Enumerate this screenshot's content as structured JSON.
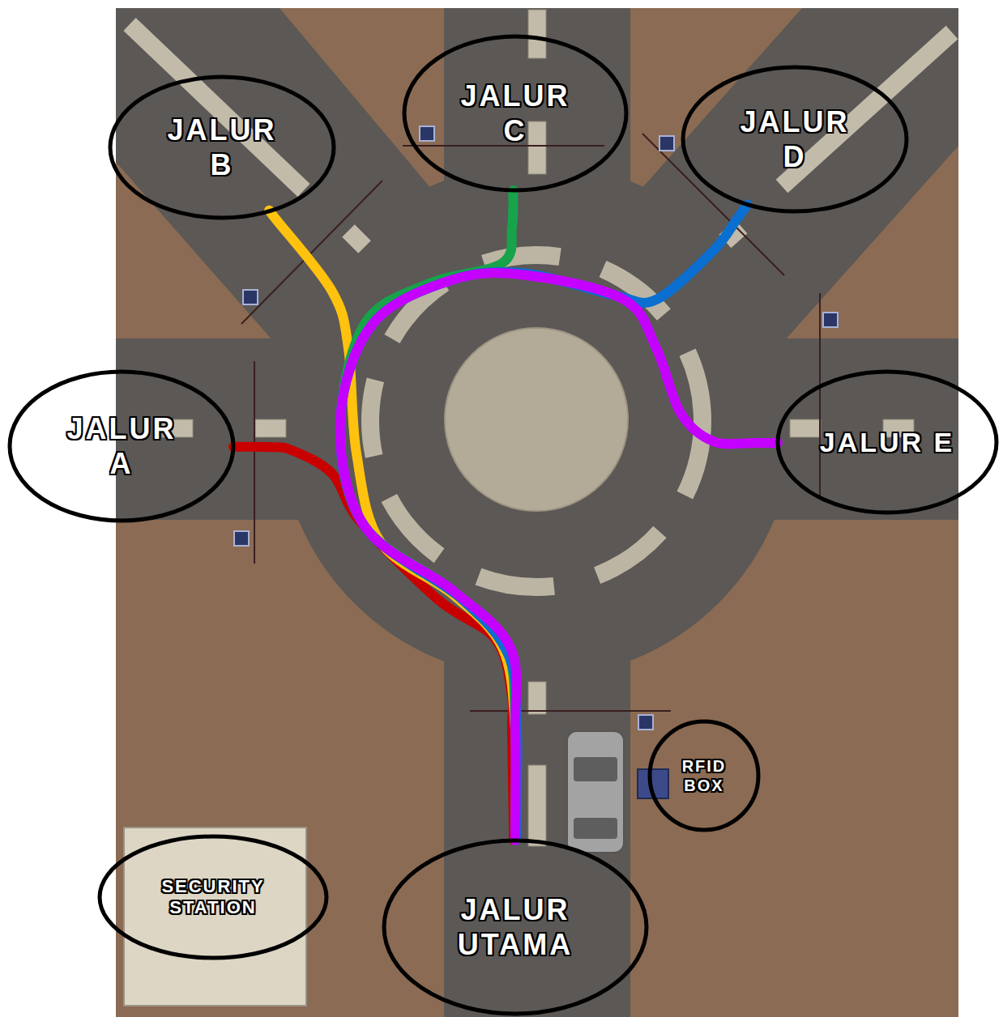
{
  "diagram": {
    "nodes": [
      {
        "text": [
          "JALUR B"
        ]
      },
      {
        "text": [
          "JALUR C"
        ]
      },
      {
        "text": [
          "JALUR D"
        ]
      },
      {
        "text": [
          "JALUR A"
        ]
      },
      {
        "text": [
          "JALUR E"
        ]
      },
      {
        "text": [
          "RFID BOX"
        ]
      },
      {
        "text": [
          "SECURITY STATION"
        ]
      },
      {
        "text": [
          "JALUR UTAMA"
        ]
      }
    ],
    "edges": [
      {
        "from": 7,
        "to": 3,
        "arrow": "none"
      },
      {
        "from": 7,
        "to": 0,
        "arrow": "none"
      },
      {
        "from": 7,
        "to": 1,
        "arrow": "none"
      },
      {
        "from": 7,
        "to": 2,
        "arrow": "none"
      },
      {
        "from": 7,
        "to": 4,
        "arrow": "none"
      }
    ]
  }
}
